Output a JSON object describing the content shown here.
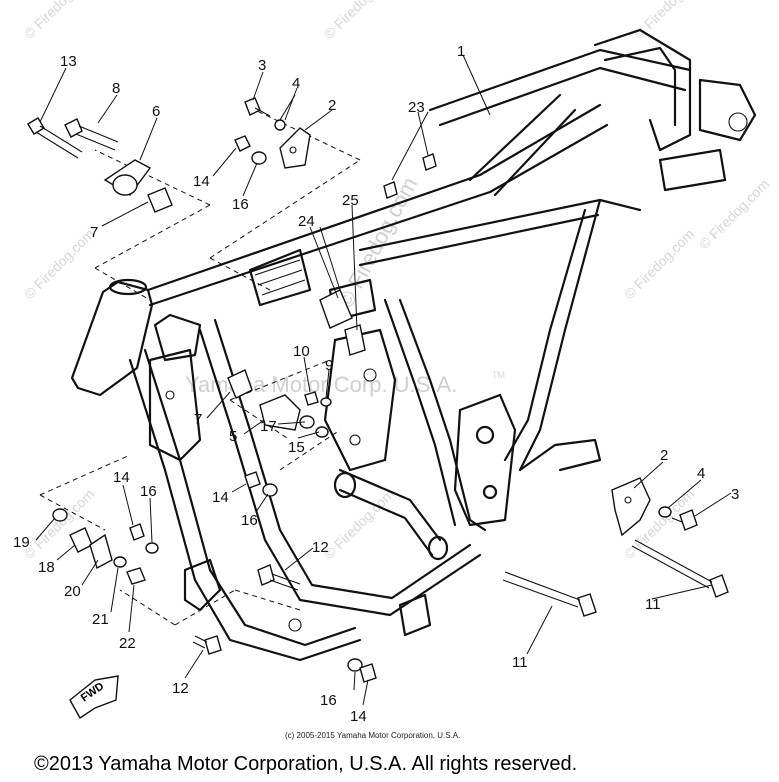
{
  "watermarks": {
    "site": "© Firedog.com",
    "center": "Yamaha Motor Corp. U.S.A.",
    "tm": "TM"
  },
  "callouts": {
    "c1": "1",
    "c2a": "2",
    "c2b": "2",
    "c3a": "3",
    "c3b": "3",
    "c4a": "4",
    "c4b": "4",
    "c5": "5",
    "c6": "6",
    "c7a": "7",
    "c7b": "7",
    "c8": "8",
    "c9": "9",
    "c10": "10",
    "c11a": "11",
    "c11b": "11",
    "c12a": "12",
    "c12b": "12",
    "c13": "13",
    "c14a": "14",
    "c14b": "14",
    "c14c": "14",
    "c14d": "14",
    "c15": "15",
    "c16a": "16",
    "c16b": "16",
    "c16c": "16",
    "c16d": "16",
    "c17": "17",
    "c18": "18",
    "c19": "19",
    "c20": "20",
    "c21": "21",
    "c22": "22",
    "c23": "23",
    "c24": "24",
    "c25": "25"
  },
  "fwd_label": "FWD",
  "fine_print": "(c) 2005-2015 Yamaha Motor Corporation, U.S.A.",
  "copyright": "©2013 Yamaha Motor Corporation, U.S.A. All rights reserved."
}
